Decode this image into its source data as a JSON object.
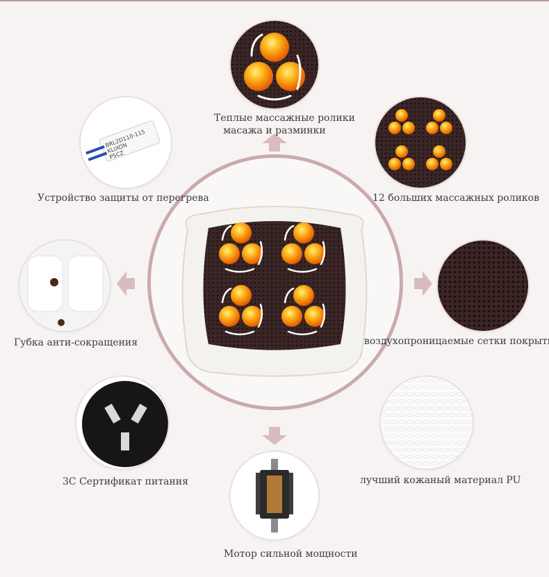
{
  "features": {
    "top": {
      "label_line1": "Теплые массажные ролики",
      "label_line2": "масажа и разминки",
      "icon": "massage-rollers-icon"
    },
    "top_left": {
      "label": "Устройство защиты от перегрева",
      "icon": "thermal-protector-icon",
      "device_text_1": "BRL2D110-115",
      "device_text_2": "KLIXON",
      "device_text_3": "P5CZ"
    },
    "top_right": {
      "label": "12 больших массажных роликов",
      "icon": "twelve-rollers-icon"
    },
    "middle_left": {
      "label": "Губка анти-сокращения",
      "icon": "sponge-icon"
    },
    "middle_right": {
      "label": "воздухопроницаемые сетки покрытия",
      "icon": "mesh-cover-icon"
    },
    "bottom_left": {
      "label": "3C Сертификат питания",
      "icon": "power-plug-icon"
    },
    "bottom_right": {
      "label": "лучший кожаный материал PU",
      "icon": "pu-leather-icon"
    },
    "bottom": {
      "label": "Мотор сильной мощности",
      "icon": "motor-icon"
    }
  },
  "colors": {
    "ring": "#c9aab0",
    "arrow": "#d8bcc0",
    "roller": "#ff8c00",
    "mesh": "#3a2424"
  }
}
